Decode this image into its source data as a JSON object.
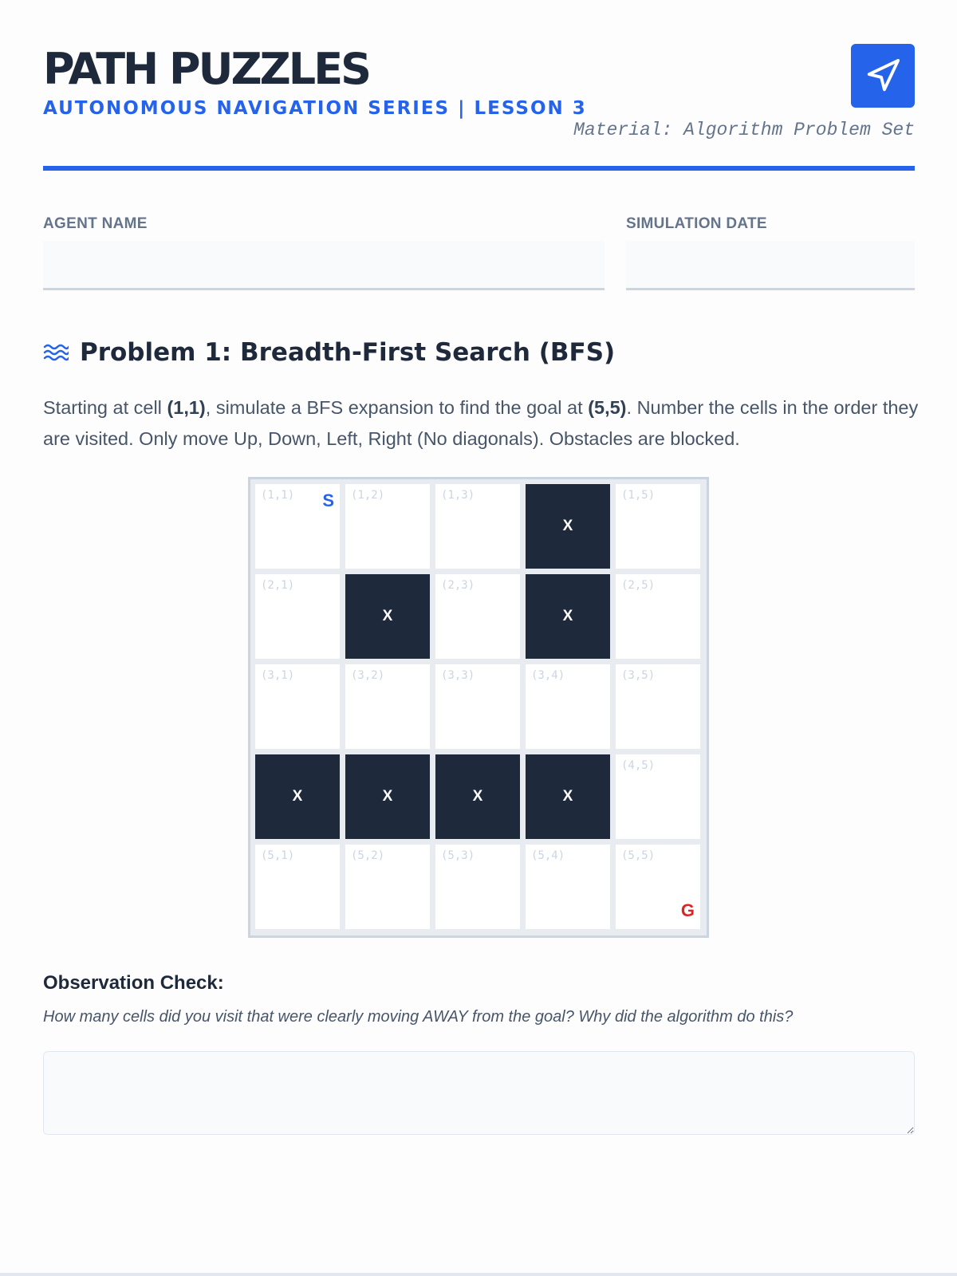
{
  "header": {
    "title": "PATH PUZZLES",
    "series": "AUTONOMOUS NAVIGATION SERIES | LESSON 3",
    "material": "Material: Algorithm Problem Set",
    "nav_icon": "navigation-arrow-icon"
  },
  "colors": {
    "accent": "#2563eb",
    "obstacle": "#1e293b",
    "start": "#2563eb",
    "goal": "#dc2626"
  },
  "fields": {
    "agent_name_label": "AGENT NAME",
    "agent_name_value": "",
    "simulation_date_label": "SIMULATION DATE",
    "simulation_date_value": ""
  },
  "problem": {
    "icon": "waves-icon",
    "title": "Problem 1: Breadth-First Search (BFS)",
    "text_1": "Starting at cell ",
    "start_bold": "(1,1)",
    "text_2": ", simulate a BFS expansion to find the goal at ",
    "goal_bold": "(5,5)",
    "text_3": ". Number the cells in the order they are visited. Only move Up, Down, Left, Right (No diagonals). Obstacles are blocked."
  },
  "grid": {
    "obstacle_mark": "X",
    "start_mark": "S",
    "goal_mark": "G",
    "cells": [
      [
        "(1,1)",
        "(1,2)",
        "(1,3)",
        "",
        "(1,5)"
      ],
      [
        "(2,1)",
        "",
        "(2,3)",
        "",
        "(2,5)"
      ],
      [
        "(3,1)",
        "(3,2)",
        "(3,3)",
        "(3,4)",
        "(3,5)"
      ],
      [
        "",
        "",
        "",
        "",
        "(4,5)"
      ],
      [
        "(5,1)",
        "(5,2)",
        "(5,3)",
        "(5,4)",
        "(5,5)"
      ]
    ],
    "obstacles": [
      [
        1,
        4
      ],
      [
        2,
        2
      ],
      [
        2,
        4
      ],
      [
        4,
        1
      ],
      [
        4,
        2
      ],
      [
        4,
        3
      ],
      [
        4,
        4
      ]
    ],
    "start": [
      1,
      1
    ],
    "goal": [
      5,
      5
    ]
  },
  "observation": {
    "label": "Observation Check:",
    "question": "How many cells did you visit that were clearly moving AWAY from the goal? Why did the algorithm do this?",
    "answer": ""
  }
}
